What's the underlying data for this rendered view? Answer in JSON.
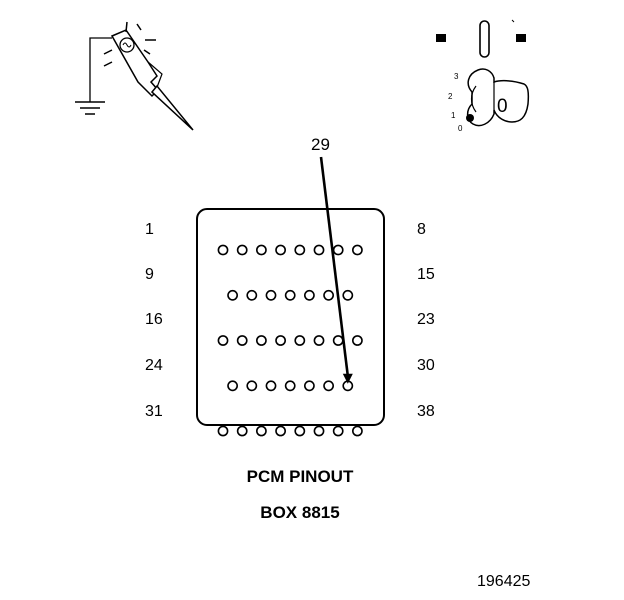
{
  "callout_pin": "29",
  "row_labels_left": [
    "1",
    "9",
    "16",
    "24",
    "31"
  ],
  "row_labels_right": [
    "8",
    "15",
    "23",
    "30",
    "38"
  ],
  "rows": [
    {
      "count": 8,
      "offset": 0
    },
    {
      "count": 7,
      "offset": 0.5
    },
    {
      "count": 8,
      "offset": 0
    },
    {
      "count": 7,
      "offset": 0.5
    },
    {
      "count": 8,
      "offset": 0
    }
  ],
  "callout_target": {
    "row": 4,
    "index": 6
  },
  "title_line1": "PCM PINOUT",
  "title_line2": "BOX 8815",
  "figure_number": "196425",
  "key_positions": [
    "3",
    "2",
    "1",
    "0"
  ],
  "key_label": "0",
  "icons": [
    "test-light-icon",
    "ground-icon",
    "ignition-key-icon"
  ]
}
